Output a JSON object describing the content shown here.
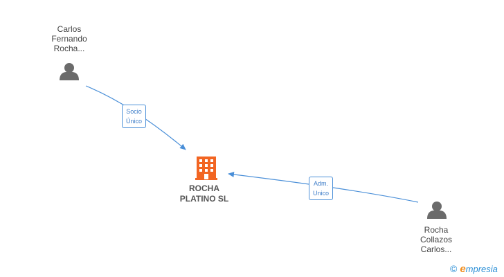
{
  "nodes": {
    "person_top": {
      "lines": [
        "Carlos",
        "Fernando",
        "Rocha..."
      ],
      "icon": "person-icon"
    },
    "company": {
      "lines": [
        "ROCHA",
        "PLATINO SL"
      ],
      "icon": "building-icon",
      "color": "#f26522"
    },
    "person_bottom": {
      "lines": [
        "Rocha",
        "Collazos",
        "Carlos..."
      ],
      "icon": "person-icon"
    }
  },
  "edges": {
    "top_to_company": {
      "lines": [
        "Socio",
        "Único"
      ]
    },
    "bottom_to_company": {
      "lines": [
        "Adm.",
        "Unico"
      ]
    }
  },
  "brand": {
    "copyright": "©",
    "first_letter": "e",
    "rest": "mpresia"
  },
  "colors": {
    "edge": "#4a8fd8",
    "person": "#6b6b6b",
    "company": "#f26522"
  }
}
